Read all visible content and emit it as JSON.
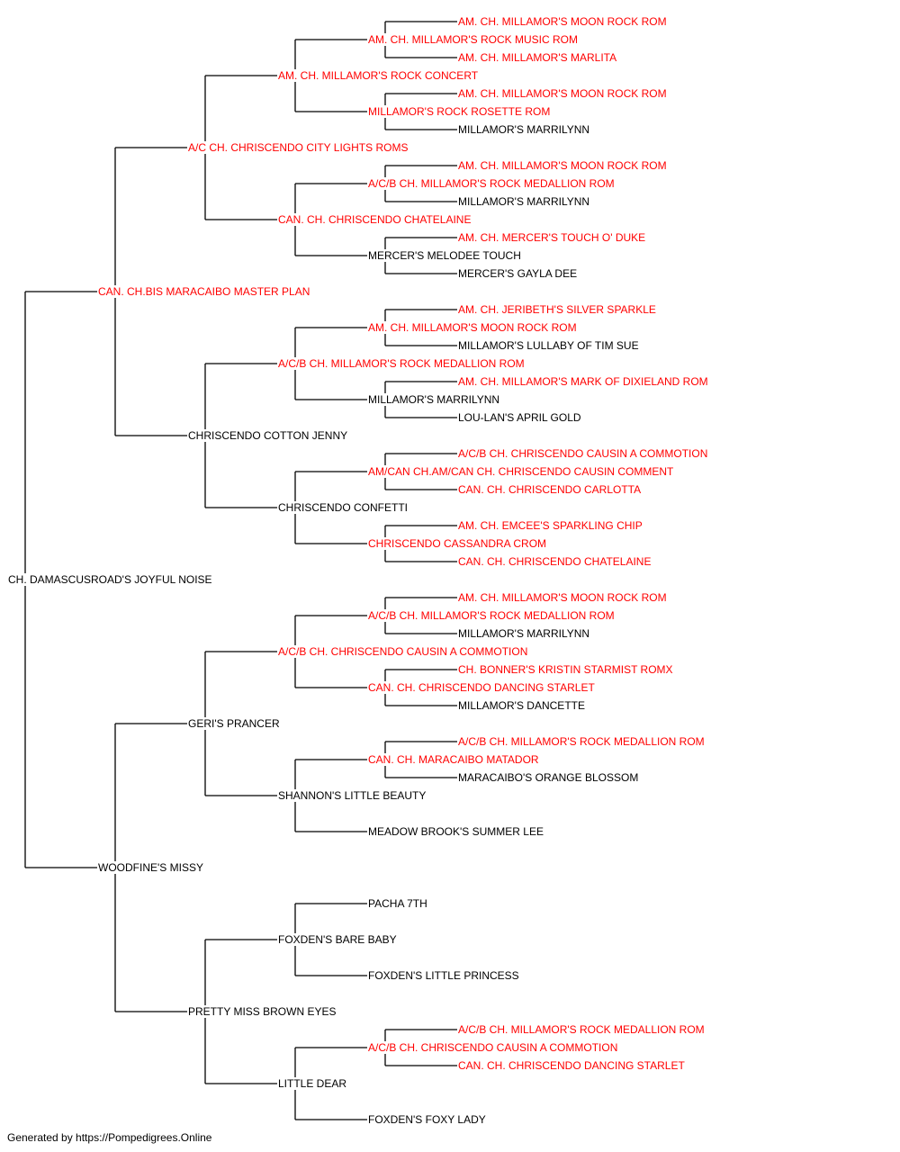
{
  "colors": {
    "champion": "#ff0000",
    "normal": "#000000",
    "line": "#000000"
  },
  "footer": "Generated by https://Pompedigrees.Online",
  "pedigree": {
    "name": "CH. DAMASCUSROAD'S JOYFUL NOISE",
    "champion": false,
    "sire": {
      "name": "CAN. CH.BIS MARACAIBO MASTER PLAN",
      "champion": true,
      "sire": {
        "name": "A/C CH. CHRISCENDO CITY LIGHTS ROMS",
        "champion": true,
        "sire": {
          "name": "AM. CH. MILLAMOR'S ROCK CONCERT",
          "champion": true,
          "sire": {
            "name": "AM. CH. MILLAMOR'S ROCK MUSIC ROM",
            "champion": true,
            "sire": {
              "name": "AM. CH. MILLAMOR'S MOON ROCK ROM",
              "champion": true
            },
            "dam": {
              "name": "AM. CH. MILLAMOR'S MARLITA",
              "champion": true
            }
          },
          "dam": {
            "name": "MILLAMOR'S ROCK ROSETTE ROM",
            "champion": true,
            "sire": {
              "name": "AM. CH. MILLAMOR'S MOON ROCK ROM",
              "champion": true
            },
            "dam": {
              "name": "MILLAMOR'S MARRILYNN",
              "champion": false
            }
          }
        },
        "dam": {
          "name": "CAN. CH. CHRISCENDO CHATELAINE",
          "champion": true,
          "sire": {
            "name": "A/C/B CH. MILLAMOR'S ROCK MEDALLION ROM",
            "champion": true,
            "sire": {
              "name": "AM. CH. MILLAMOR'S MOON ROCK ROM",
              "champion": true
            },
            "dam": {
              "name": "MILLAMOR'S MARRILYNN",
              "champion": false
            }
          },
          "dam": {
            "name": "MERCER'S MELODEE TOUCH",
            "champion": false,
            "sire": {
              "name": "AM. CH. MERCER'S TOUCH O' DUKE",
              "champion": true
            },
            "dam": {
              "name": "MERCER'S GAYLA DEE",
              "champion": false
            }
          }
        }
      },
      "dam": {
        "name": "CHRISCENDO COTTON JENNY",
        "champion": false,
        "sire": {
          "name": "A/C/B CH. MILLAMOR'S ROCK MEDALLION ROM",
          "champion": true,
          "sire": {
            "name": "AM. CH. MILLAMOR'S MOON ROCK ROM",
            "champion": true,
            "sire": {
              "name": "AM. CH. JERIBETH'S SILVER SPARKLE",
              "champion": true
            },
            "dam": {
              "name": "MILLAMOR'S LULLABY OF TIM SUE",
              "champion": false
            }
          },
          "dam": {
            "name": "MILLAMOR'S MARRILYNN",
            "champion": false,
            "sire": {
              "name": "AM. CH. MILLAMOR'S MARK OF DIXIELAND ROM",
              "champion": true
            },
            "dam": {
              "name": "LOU-LAN'S APRIL GOLD",
              "champion": false
            }
          }
        },
        "dam": {
          "name": "CHRISCENDO CONFETTI",
          "champion": false,
          "sire": {
            "name": "AM/CAN CH.AM/CAN CH. CHRISCENDO CAUSIN COMMENT",
            "champion": true,
            "sire": {
              "name": "A/C/B CH. CHRISCENDO CAUSIN A COMMOTION",
              "champion": true
            },
            "dam": {
              "name": "CAN. CH. CHRISCENDO CARLOTTA",
              "champion": true
            }
          },
          "dam": {
            "name": "CHRISCENDO CASSANDRA CROM",
            "champion": true,
            "sire": {
              "name": "AM. CH. EMCEE'S SPARKLING CHIP",
              "champion": true
            },
            "dam": {
              "name": "CAN. CH. CHRISCENDO CHATELAINE",
              "champion": true
            }
          }
        }
      }
    },
    "dam": {
      "name": "WOODFINE'S MISSY",
      "champion": false,
      "sire": {
        "name": "GERI'S PRANCER",
        "champion": false,
        "sire": {
          "name": "A/C/B CH. CHRISCENDO CAUSIN A COMMOTION",
          "champion": true,
          "sire": {
            "name": "A/C/B CH. MILLAMOR'S ROCK MEDALLION ROM",
            "champion": true,
            "sire": {
              "name": "AM. CH. MILLAMOR'S MOON ROCK ROM",
              "champion": true
            },
            "dam": {
              "name": "MILLAMOR'S MARRILYNN",
              "champion": false
            }
          },
          "dam": {
            "name": "CAN. CH. CHRISCENDO DANCING STARLET",
            "champion": true,
            "sire": {
              "name": "CH. BONNER'S KRISTIN STARMIST ROMX",
              "champion": true
            },
            "dam": {
              "name": "MILLAMOR'S DANCETTE",
              "champion": false
            }
          }
        },
        "dam": {
          "name": "SHANNON'S LITTLE BEAUTY",
          "champion": false,
          "sire": {
            "name": "CAN. CH. MARACAIBO MATADOR",
            "champion": true,
            "sire": {
              "name": "A/C/B CH. MILLAMOR'S ROCK MEDALLION ROM",
              "champion": true
            },
            "dam": {
              "name": "MARACAIBO'S ORANGE BLOSSOM",
              "champion": false
            }
          },
          "dam": {
            "name": "MEADOW BROOK'S SUMMER LEE",
            "champion": false
          }
        }
      },
      "dam": {
        "name": "PRETTY MISS BROWN EYES",
        "champion": false,
        "sire": {
          "name": "FOXDEN'S BARE BABY",
          "champion": false,
          "sire": {
            "name": "PACHA 7TH",
            "champion": false
          },
          "dam": {
            "name": "FOXDEN'S LITTLE PRINCESS",
            "champion": false
          }
        },
        "dam": {
          "name": "LITTLE DEAR",
          "champion": false,
          "sire": {
            "name": "A/C/B CH. CHRISCENDO CAUSIN A COMMOTION",
            "champion": true,
            "sire": {
              "name": "A/C/B CH. MILLAMOR'S ROCK MEDALLION ROM",
              "champion": true
            },
            "dam": {
              "name": "CAN. CH. CHRISCENDO DANCING STARLET",
              "champion": true
            }
          },
          "dam": {
            "name": "FOXDEN'S FOXY LADY",
            "champion": false
          }
        }
      }
    }
  }
}
